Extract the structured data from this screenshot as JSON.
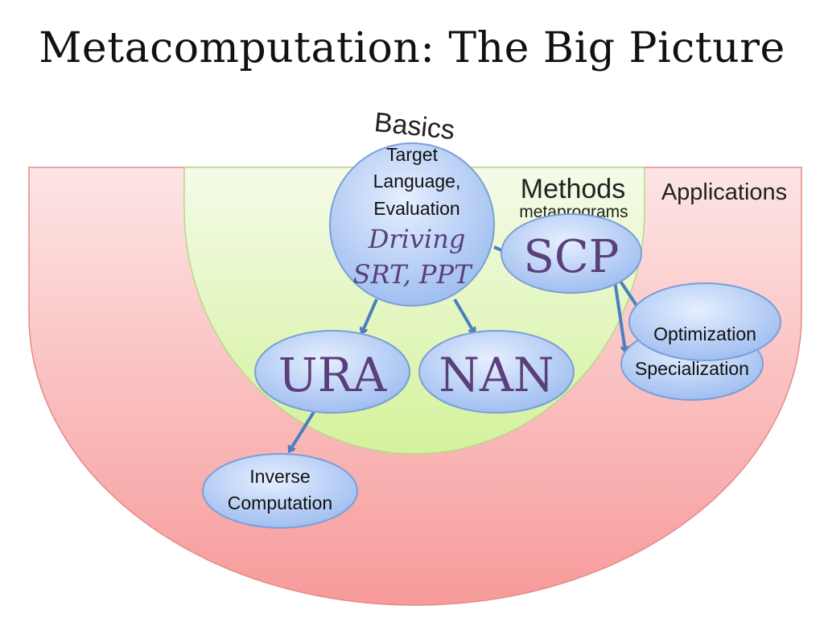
{
  "slide": {
    "title": "Metacomputation: The Big Picture"
  },
  "regions": {
    "basics_label": "Basics",
    "methods_label": "Methods",
    "methods_sublabel": "metaprograms",
    "applications_label": "Applications"
  },
  "nodes": {
    "basics": {
      "line1": "Target",
      "line2": "Language,",
      "line3": "Evaluation",
      "line4": "Driving",
      "line5": "SRT, PPT"
    },
    "scp": "SCP",
    "ura": "URA",
    "nan": "NAN",
    "optimization": "Optimization",
    "specialization": "Specialization",
    "inverse": {
      "line1": "Inverse",
      "line2": "Computation"
    }
  },
  "colors": {
    "applications_fill": "#f7a7a7",
    "methods_fill": "#d9f2a8",
    "node_fill": "#a9c6f2",
    "arrow": "#4a7fc0",
    "node_text_serif": "#5a3f7a"
  }
}
